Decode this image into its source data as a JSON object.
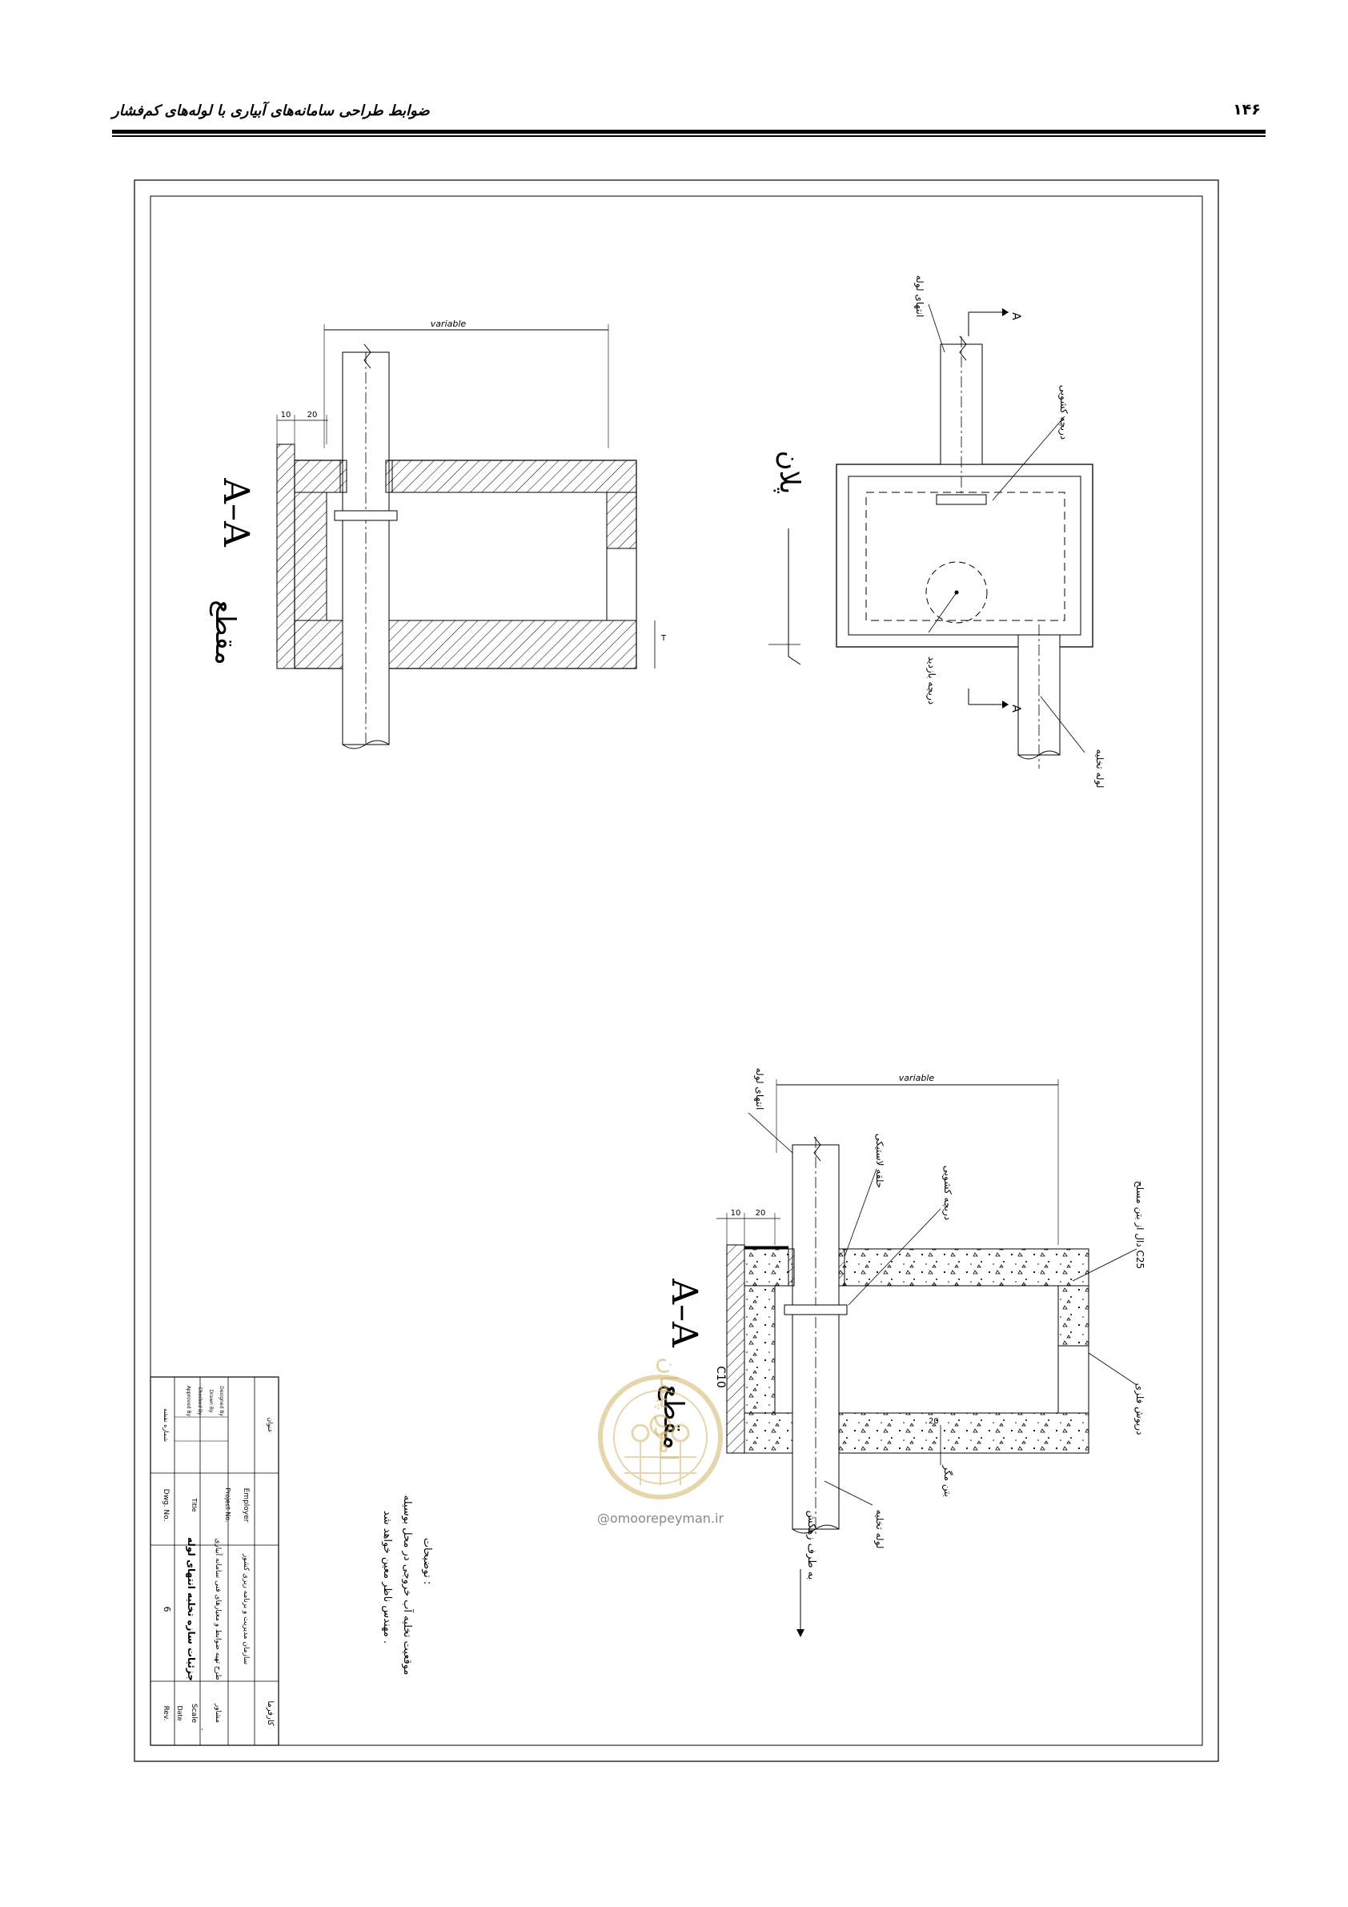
{
  "header": {
    "title": "ضوابط طراحی سامانه‌های آبیاری با لوله‌های کم‌فشار",
    "page_number": "۱۴۶"
  },
  "plan_view": {
    "title": "پلان",
    "label_inlet_pipe": "انتهای لوله",
    "label_gate": "دریچه کشویی",
    "label_drain_pipe": "لوله تخلیه",
    "label_outlet": "دریچه بازدید",
    "section_mark": "A"
  },
  "section_top": {
    "title": "A–A",
    "subtitle": "مقطع",
    "dim_variable": "variable",
    "dim_10": "10",
    "dim_20": "20",
    "dim_t": "T"
  },
  "section_bottom": {
    "title": "A–A",
    "subtitle": "مقطع",
    "dim_variable": "variable",
    "dim_10": "10",
    "dim_20": "20",
    "label_inlet_pipe": "انتهای لوله",
    "label_ring": "حلقه لاستیکی",
    "label_gate": "دریچه کشویی",
    "label_concrete": "دال از بتن مسلح C25",
    "label_gravel": "درپوش فلزی",
    "label_drain_pipe": "لوله تخلیه",
    "label_concrete_c10": "C10",
    "label_plain_concrete": "بتن مگر",
    "label_to_drain": "به طرف زهکش",
    "label_20": "20"
  },
  "notes": {
    "heading": "توضیحات :",
    "line1": "موقعیت تخلیه آب خروجی در محل بوسیله",
    "line2": "مهندس ناظر معین خواهد شد ."
  },
  "title_block": {
    "employer_label": "Employer",
    "project_label": "Project No.",
    "title_label": "Title",
    "drawing_no_label": "Dwg. No.",
    "drawing_no": "6",
    "scale_label": "Scale",
    "scale_value": "-",
    "date_label": "Date",
    "rev_label": "Rev.",
    "designed_label": "Designed By",
    "drawn_label": "Drawn By",
    "checked_label": "Checked By",
    "approved_label": "Approved By",
    "employer_value": "سازمان مدیریت و برنامه ریزی کشور",
    "project_value": "طرح تهیه ضوابط و معیارهای فنی سامانه آبیاری",
    "title_value": "جزئیات سازه تخلیه انتهای لوله",
    "client_label": "کارفرما",
    "consultant_label": "مشاور",
    "plan_title_label": "عنوان",
    "sheet_label": "شماره نقشه"
  },
  "watermark": {
    "text": "@omoorepeyman.ir",
    "seal_text": "امور پیمان"
  }
}
